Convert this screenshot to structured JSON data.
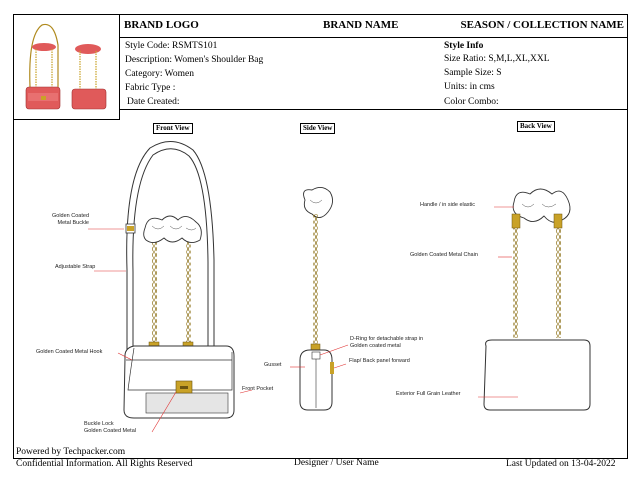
{
  "header": {
    "brand_logo": "BRAND LOGO",
    "brand_name": "BRAND NAME",
    "season": "SEASON / COLLECTION NAME"
  },
  "details": {
    "style_code": "Style Code: RSMTS101",
    "description": "Description: Women's Shoulder Bag",
    "category": "Category: Women",
    "fabric_type": "Fabric Type :",
    "date_created": "Date Created:"
  },
  "style_info": {
    "title": "Style Info",
    "size_ratio": "Size Ratio: S,M,L,XL,XXL",
    "sample_size": "Sample Size: S",
    "units": "Units: in cms",
    "color_combo": "Color Combo:"
  },
  "views": {
    "front": "Front View",
    "side": "Side View",
    "back": "Back View"
  },
  "callouts": {
    "metal_buckle": "Golden Coated\nMetal Buckle",
    "adjustable_strap": "Adjustable Strap",
    "metal_hook": "Golden Coated Metal Hook",
    "front_pocket": "Front Pocket",
    "buckle_lock": "Buckle Lock\nGolden Coated Metal",
    "gusset": "Gusset",
    "d_ring": "D-Ring for detachable strap in\nGolden coated metal",
    "flap": "Flap/ Back panel forward",
    "handle": "Handle / in side elastic",
    "metal_chain": "Golden Coated Metal Chain",
    "leather": "Exterior Full Grain Leather"
  },
  "footer": {
    "powered": "Powered by Techpacker.com",
    "confidential": "Confidential Information. All Rights Reserved",
    "designer": "Designer / User Name",
    "updated": "Last Updated on 13-04-2022"
  },
  "colors": {
    "bag_red": "#e05a5a",
    "gold": "#c9a227",
    "callout_red": "#e03030"
  }
}
